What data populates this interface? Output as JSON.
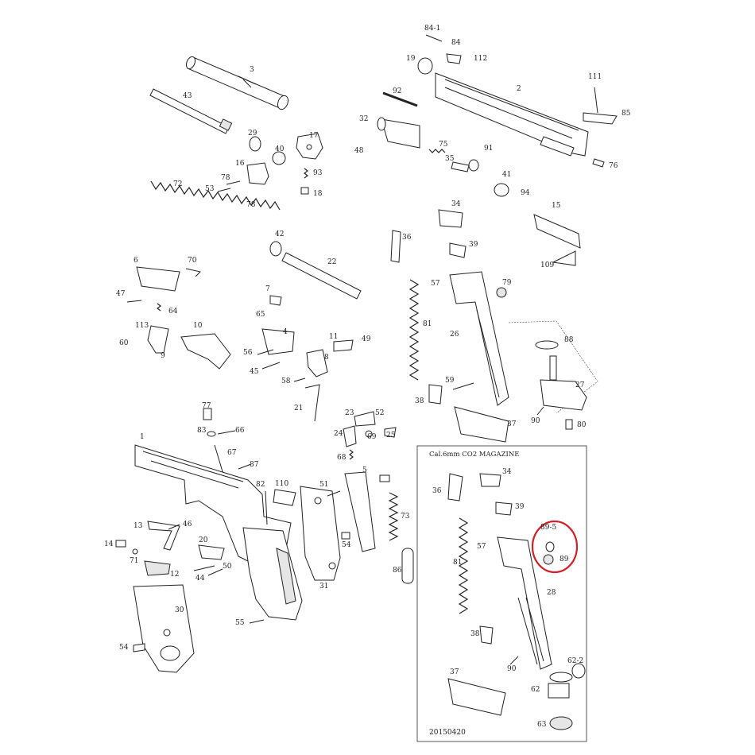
{
  "labels": {
    "p1": "1",
    "p2": "2",
    "p3": "3",
    "p4": "4",
    "p5": "5",
    "p6": "6",
    "p7": "7",
    "p8": "8",
    "p9": "9",
    "p10": "10",
    "p11": "11",
    "p12": "12",
    "p13": "13",
    "p14": "14",
    "p15": "15",
    "p16": "16",
    "p17": "17",
    "p18": "18",
    "p19": "19",
    "p20": "20",
    "p21": "21",
    "p22": "22",
    "p23": "23",
    "p24": "24",
    "p25": "25",
    "p26": "26",
    "p27": "27",
    "p28": "28",
    "p29": "29",
    "p30": "30",
    "p31": "31",
    "p32": "32",
    "p34": "34",
    "p35": "35",
    "p36": "36",
    "p37": "37",
    "p38": "38",
    "p39": "39",
    "p40": "40",
    "p41": "41",
    "p42": "42",
    "p43": "43",
    "p44": "44",
    "p45": "45",
    "p46": "46",
    "p47": "47",
    "p48": "48",
    "p49": "49",
    "p50": "50",
    "p51": "51",
    "p52": "52",
    "p53": "53",
    "p54": "54",
    "p55": "55",
    "p56": "56",
    "p57": "57",
    "p58": "58",
    "p59": "59",
    "p60": "60",
    "p62": "62",
    "p62_2": "62-2",
    "p63": "63",
    "p64": "64",
    "p65": "65",
    "p66": "66",
    "p67": "67",
    "p68": "68",
    "p69": "69",
    "p70": "70",
    "p71": "71",
    "p72": "72",
    "p73": "73",
    "p75": "75",
    "p76": "76",
    "p77": "77",
    "p78": "78",
    "p79": "79",
    "p80": "80",
    "p81": "81",
    "p82": "82",
    "p83": "83",
    "p84": "84",
    "p84_1": "84-1",
    "p85": "85",
    "p86": "86",
    "p87": "87",
    "p88": "88",
    "p89": "89",
    "p89_5": "89-5",
    "p90": "90",
    "p91": "91",
    "p92": "92",
    "p93": "93",
    "p94": "94",
    "p109": "109",
    "p110": "110",
    "p111": "111",
    "p112": "112",
    "p113": "113"
  },
  "magazine_inset": {
    "title": "Cal.6mm CO2 MAGAZINE",
    "date_code": "20150420"
  },
  "colors": {
    "line": "#222222",
    "highlight": "#d0202a",
    "background": "#ffffff"
  }
}
